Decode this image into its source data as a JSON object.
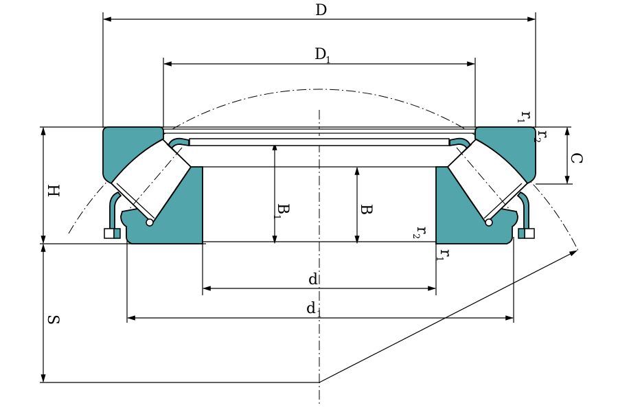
{
  "title": "Spherical roller thrust bearing dimension drawing",
  "colors": {
    "washer_fill": "#52a5aa",
    "line": "#000000",
    "background": "#ffffff"
  },
  "labels": {
    "D": "D",
    "D1": {
      "main": "D",
      "sub": "1"
    },
    "H": "H",
    "S": "S",
    "B1": {
      "main": "B",
      "sub": "1"
    },
    "B": "B",
    "C": "C",
    "d": "d",
    "d1": {
      "main": "d",
      "sub": "1"
    },
    "r1_top": {
      "main": "r",
      "sub": "1"
    },
    "r2_top": {
      "main": "r",
      "sub": "2"
    },
    "r2_bottom": {
      "main": "r",
      "sub": "2"
    },
    "r1_bottom": {
      "main": "r",
      "sub": "1"
    }
  }
}
